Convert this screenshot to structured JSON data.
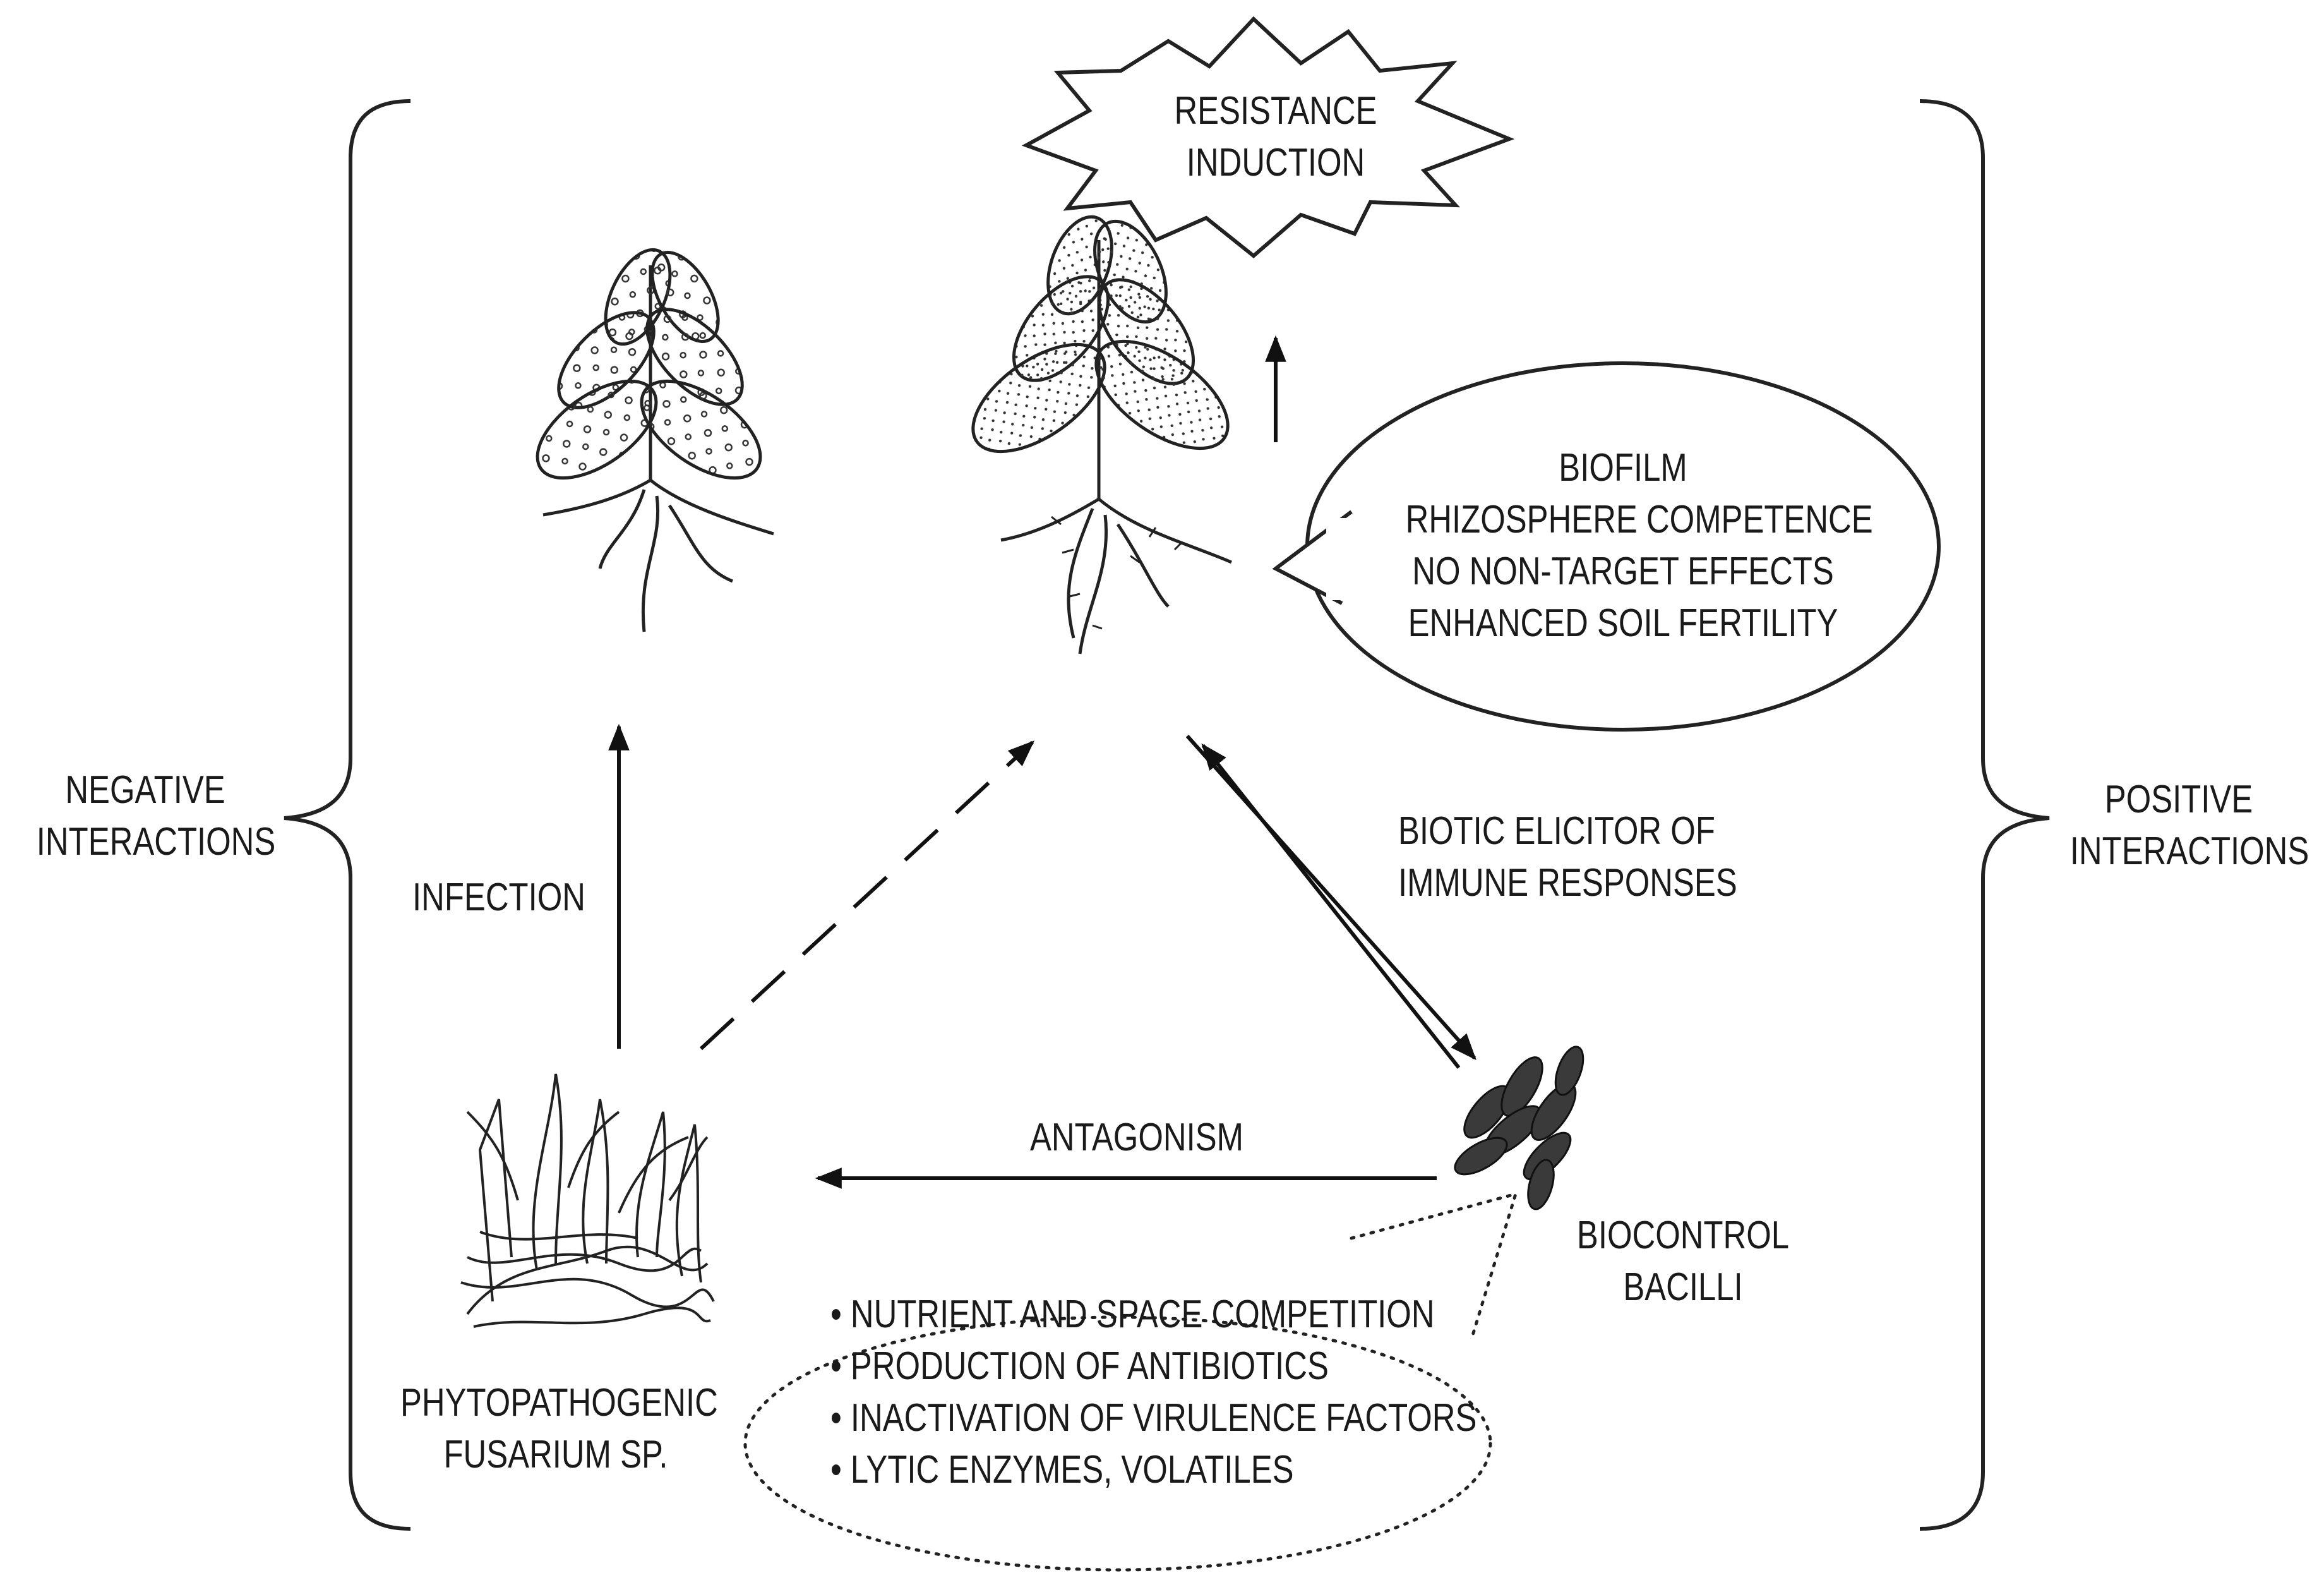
{
  "labels": {
    "negative_interactions": [
      "NEGATIVE",
      "INTERACTIONS"
    ],
    "positive_interactions": [
      "POSITIVE",
      "INTERACTIONS"
    ],
    "resistance_induction": [
      "RESISTANCE",
      "INDUCTION"
    ],
    "infection": "INFECTION",
    "antagonism": "ANTAGONISM",
    "biotic_elicitor": [
      "BIOTIC ELICITOR OF",
      "IMMUNE RESPONSES"
    ],
    "biocontrol_bacilli": [
      "BIOCONTROL",
      "BACILLI"
    ],
    "phytopathogenic_fusarium": [
      "PHYTOPATHOGENIC",
      "FUSARIUM SP."
    ]
  },
  "positive_bubble": [
    "BIOFILM",
    "RHIZOSPHERE COMPETENCE",
    "NO NON-TARGET EFFECTS",
    "ENHANCED SOIL FERTILITY"
  ],
  "mechanisms_bubble": [
    "NUTRIENT AND SPACE COMPETITION",
    "PRODUCTION OF ANTIBIOTICS",
    "INACTIVATION OF VIRULENCE FACTORS",
    "LYTIC ENZYMES, VOLATILES"
  ]
}
